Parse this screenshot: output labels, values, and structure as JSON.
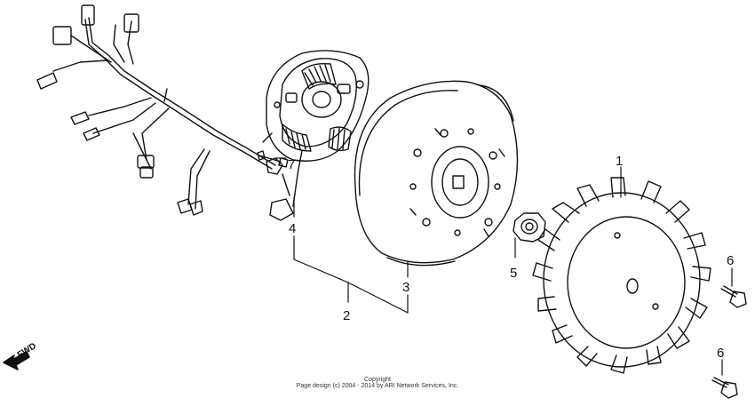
{
  "callouts": {
    "part_1": "1",
    "part_2": "2",
    "part_3": "3",
    "part_4": "4",
    "part_5": "5",
    "part_6a": "6",
    "part_6b": "6",
    "part_7": "7"
  },
  "direction_label": "FWD",
  "footer": {
    "line1": "Copyright",
    "line2": "Page design (c) 2004 - 2014 by ARI Network Services, Inc."
  },
  "colors": {
    "ink": "#111111",
    "background": "#ffffff"
  }
}
